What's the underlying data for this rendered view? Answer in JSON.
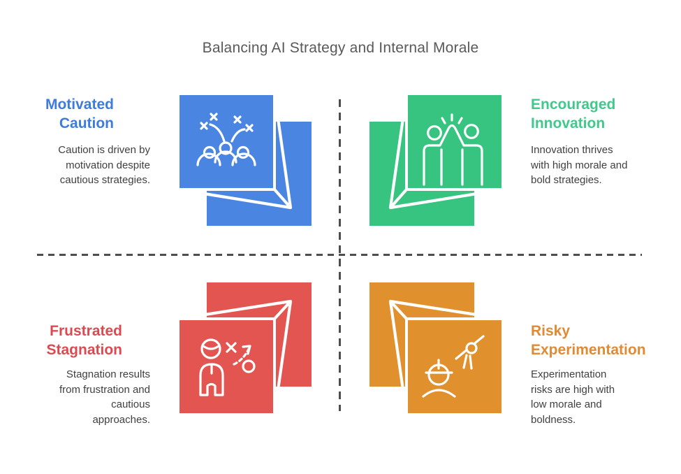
{
  "title": "Balancing AI Strategy and Internal Morale",
  "colors": {
    "blue_box": "#4a86e1",
    "blue_heading": "#3d7cdc",
    "green_box": "#37c480",
    "green_heading": "#3fc98b",
    "red_box": "#e25550",
    "red_heading": "#dc4a51",
    "orange_box": "#e0902d",
    "orange_heading": "#e08a35",
    "title_text": "#595959",
    "body_text": "#404040",
    "divider": "#4d4d4d"
  },
  "quadrants": [
    {
      "name": "motivated-caution",
      "heading_lines": [
        "Motivated",
        "Caution"
      ],
      "description_lines": [
        "Caution is driven by",
        "motivation despite",
        "cautious strategies."
      ],
      "icon": "celebration-icon",
      "box_color": "#4a86e1",
      "heading_color": "#3d7cdc"
    },
    {
      "name": "encouraged-innovation",
      "heading_lines": [
        "Encouraged",
        "Innovation"
      ],
      "description_lines": [
        "Innovation thrives",
        "with high morale and",
        "bold strategies."
      ],
      "icon": "high-five-icon",
      "box_color": "#37c480",
      "heading_color": "#3fc98b"
    },
    {
      "name": "frustrated-stagnation",
      "heading_lines": [
        "Frustrated",
        "Stagnation"
      ],
      "description_lines": [
        "Stagnation results",
        "from frustration and",
        "cautious",
        "approaches."
      ],
      "icon": "strategy-icon",
      "box_color": "#e25550",
      "heading_color": "#dc4a51"
    },
    {
      "name": "risky-experimentation",
      "heading_lines": [
        "Risky",
        "Experimentation"
      ],
      "description_lines": [
        "Experimentation",
        "risks are high with",
        "low morale and",
        "boldness."
      ],
      "icon": "experiment-icon",
      "box_color": "#e0902d",
      "heading_color": "#e08a35"
    }
  ]
}
